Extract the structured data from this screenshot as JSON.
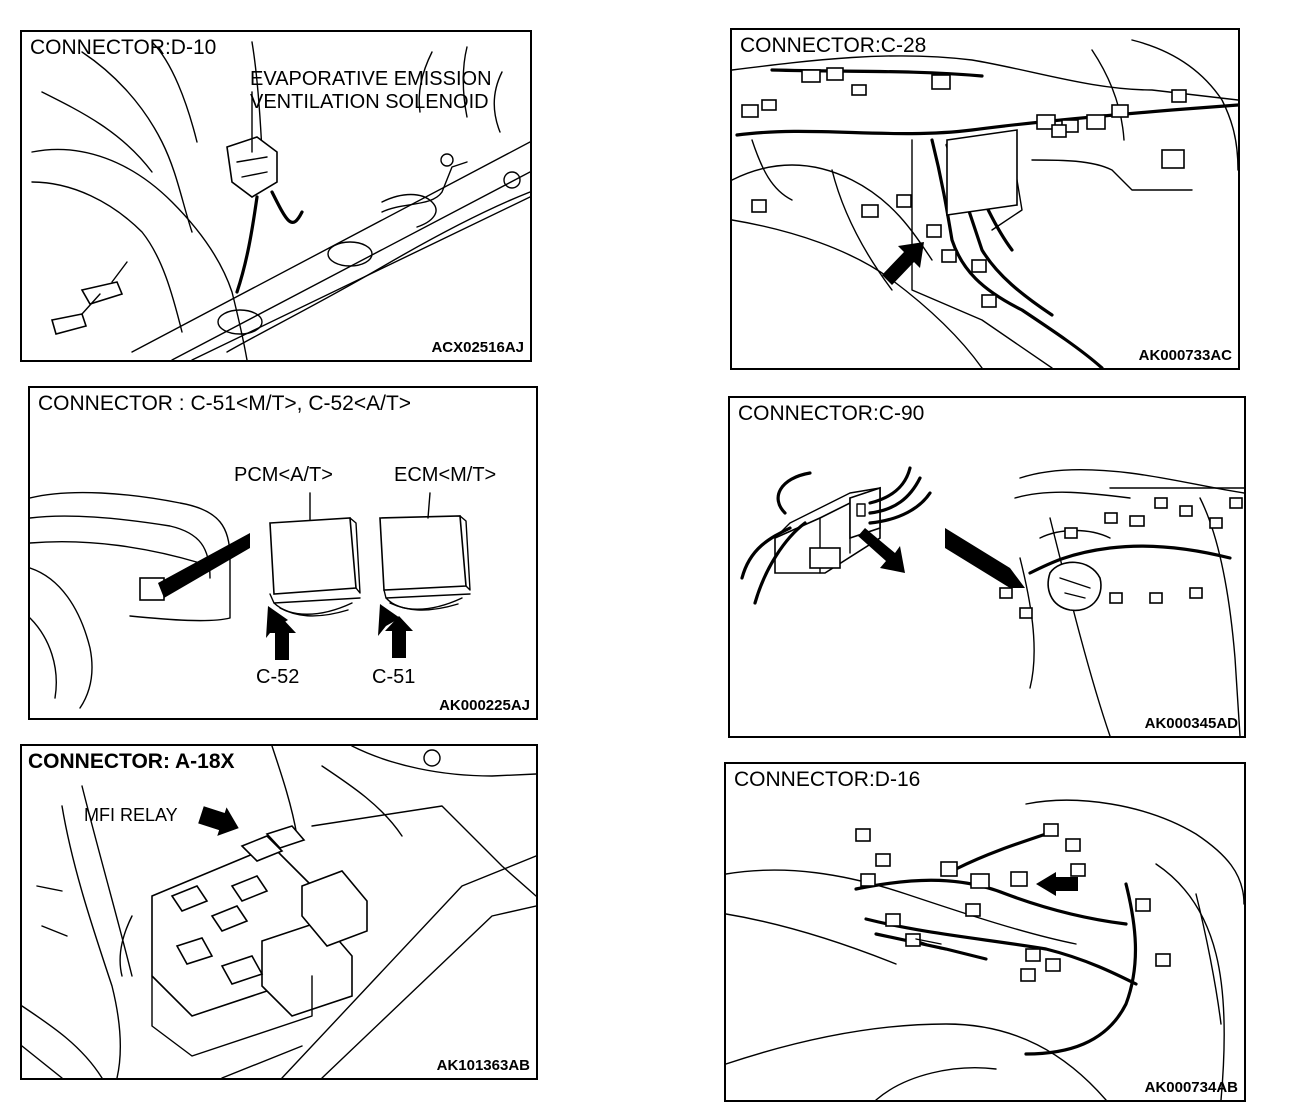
{
  "panels": {
    "d10": {
      "title": "CONNECTOR:D-10",
      "label_line1": "EVAPORATIVE EMISSION",
      "label_line2": "VENTILATION SOLENOID",
      "code": "ACX02516AJ"
    },
    "c51": {
      "title": "CONNECTOR : C-51<M/T>, C-52<A/T>",
      "pcm_label": "PCM<A/T>",
      "ecm_label": "ECM<M/T>",
      "c52_label": "C-52",
      "c51_label": "C-51",
      "code": "AK000225AJ"
    },
    "a18x": {
      "title": "CONNECTOR: A-18X",
      "relay_label": "MFI RELAY",
      "code": "AK101363AB"
    },
    "c28": {
      "title": "CONNECTOR:C-28",
      "code": "AK000733AC"
    },
    "c90": {
      "title": "CONNECTOR:C-90",
      "code": "AK000345AD"
    },
    "d16": {
      "title": "CONNECTOR:D-16",
      "code": "AK000734AB"
    }
  }
}
